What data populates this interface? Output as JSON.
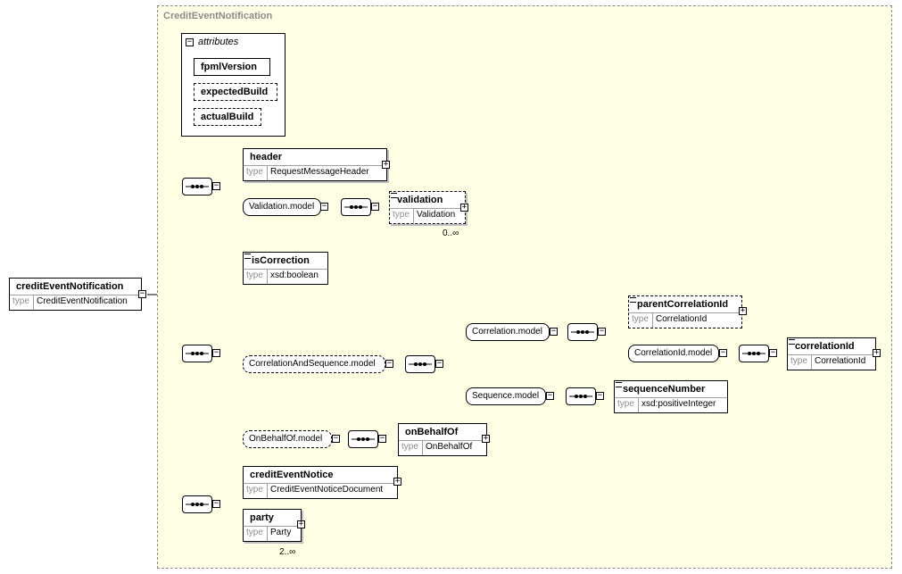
{
  "complex_type": {
    "name": "CreditEventNotification"
  },
  "root": {
    "name": "creditEventNotification",
    "type_label": "type",
    "type": "CreditEventNotification"
  },
  "attributes": {
    "title": "attributes",
    "items": [
      "fpmlVersion",
      "expectedBuild",
      "actualBuild"
    ]
  },
  "elements": {
    "header": {
      "name": "header",
      "type_label": "type",
      "type": "RequestMessageHeader"
    },
    "validation": {
      "name": "validation",
      "type_label": "type",
      "type": "Validation",
      "cardinality": "0..∞"
    },
    "isCorrection": {
      "name": "isCorrection",
      "type_label": "type",
      "type": "xsd:boolean"
    },
    "parentCorrelationId": {
      "name": "parentCorrelationId",
      "type_label": "type",
      "type": "CorrelationId"
    },
    "correlationId": {
      "name": "correlationId",
      "type_label": "type",
      "type": "CorrelationId"
    },
    "sequenceNumber": {
      "name": "sequenceNumber",
      "type_label": "type",
      "type": "xsd:positiveInteger"
    },
    "onBehalfOf": {
      "name": "onBehalfOf",
      "type_label": "type",
      "type": "OnBehalfOf"
    },
    "creditEventNotice": {
      "name": "creditEventNotice",
      "type_label": "type",
      "type": "CreditEventNoticeDocument"
    },
    "party": {
      "name": "party",
      "type_label": "type",
      "type": "Party",
      "cardinality": "2..∞"
    }
  },
  "models": {
    "validation_model": "Validation.model",
    "correlation_and_sequence": "CorrelationAndSequence.model",
    "correlation": "Correlation.model",
    "correlation_id": "CorrelationId.model",
    "sequence": "Sequence.model",
    "on_behalf_of": "OnBehalfOf.model"
  },
  "symbols": {
    "expand": "+",
    "collapse": "−"
  },
  "icons": [
    "sequence-compositor-icon",
    "expand-icon",
    "collapse-icon",
    "document-icon"
  ]
}
